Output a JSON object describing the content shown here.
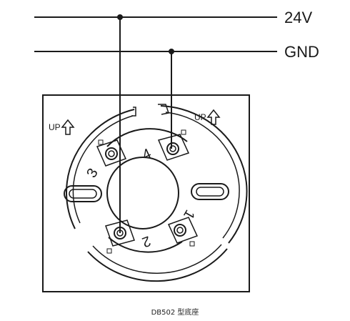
{
  "wires": {
    "top_label": "24V",
    "bottom_label": "GND"
  },
  "base": {
    "up_left": "UP",
    "up_right": "UP",
    "terminals": [
      "1",
      "2",
      "3",
      "4"
    ],
    "caption": "DB502 型底座"
  },
  "colors": {
    "line": "#1a1a1a",
    "background": "#ffffff"
  }
}
